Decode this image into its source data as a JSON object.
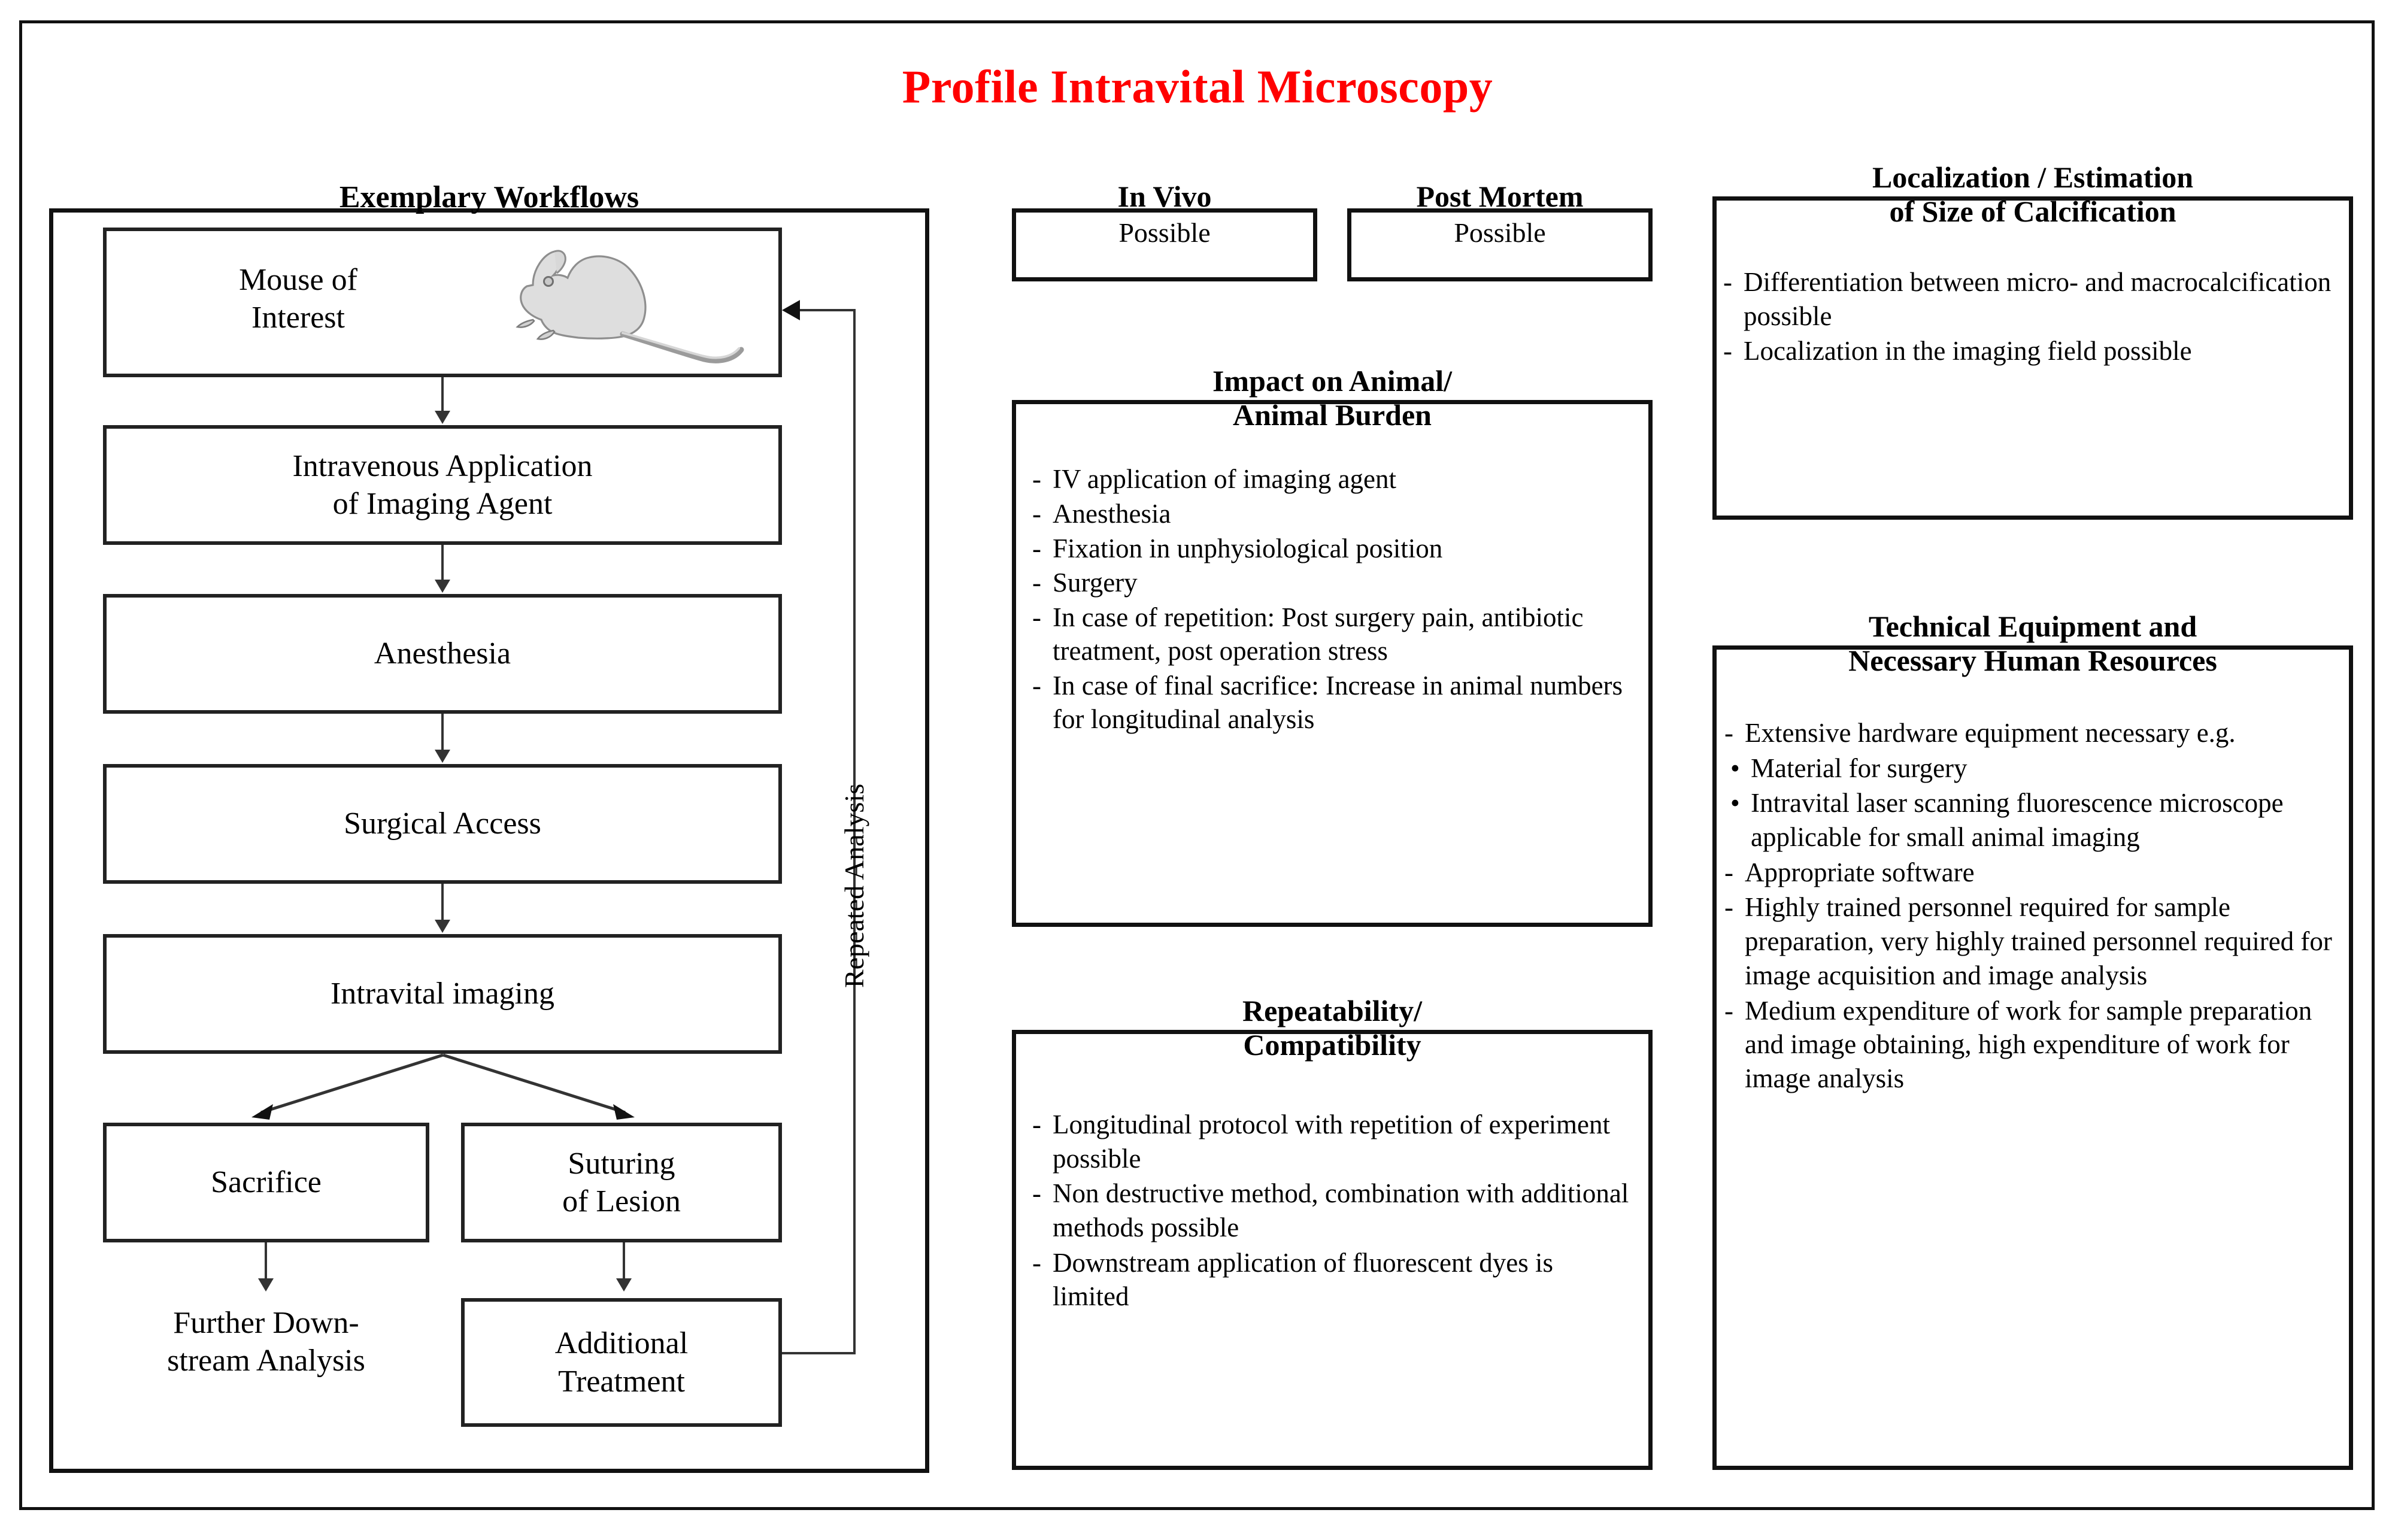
{
  "title": "Profile Intravital Microscopy",
  "accent_color": "#ff0000",
  "workflow_panel": {
    "title": "Exemplary Workflows",
    "steps": [
      {
        "id": "mouse-of-interest",
        "lines": [
          "Mouse of",
          "Interest"
        ],
        "icon": "mouse-illustration"
      },
      {
        "id": "iv-application",
        "lines": [
          "Intravenous Application",
          "of Imaging Agent"
        ]
      },
      {
        "id": "anesthesia",
        "lines": [
          "Anesthesia"
        ]
      },
      {
        "id": "surgical-access",
        "lines": [
          "Surgical Access"
        ]
      },
      {
        "id": "intravital-imaging",
        "lines": [
          "Intravital imaging"
        ]
      },
      {
        "id": "sacrifice",
        "lines": [
          "Sacrifice"
        ]
      },
      {
        "id": "suturing-of-lesion",
        "lines": [
          "Suturing",
          "of Lesion"
        ]
      },
      {
        "id": "further-downstream-analysis",
        "lines": [
          "Further Down-",
          "stream Analysis"
        ],
        "boxed": false
      },
      {
        "id": "additional-treatment",
        "lines": [
          "Additional",
          "Treatment"
        ]
      }
    ],
    "loop_label": "Repeated Analysis"
  },
  "in_vivo": {
    "title": "In Vivo",
    "value": "Possible"
  },
  "post_mortem": {
    "title": "Post Mortem",
    "value": "Possible"
  },
  "impact_panel": {
    "title_lines": [
      "Impact on Animal/",
      "Animal Burden"
    ],
    "items": [
      "IV application of imaging agent",
      "Anesthesia",
      "Fixation in unphysiological position",
      "Surgery",
      "In case of repetition: Post surgery pain, antibiotic treatment, post operation stress",
      "In case of final sacrifice: Increase in animal numbers for longitudinal analysis"
    ]
  },
  "repeatability_panel": {
    "title_lines": [
      "Repeatability/",
      "Compatibility"
    ],
    "items": [
      "Longitudinal protocol with repetition of experiment possible",
      "Non destructive method, combination with additional methods possible",
      "Downstream application of fluorescent dyes is limited"
    ]
  },
  "localization_panel": {
    "title_lines": [
      "Localization / Estimation",
      "of Size of Calcification"
    ],
    "items": [
      "Differentiation between micro- and macrocalcification possible",
      "Localization in the imaging field possible"
    ]
  },
  "technical_panel": {
    "title_lines": [
      "Technical Equipment and",
      "Necessary Human Resources"
    ],
    "items": [
      {
        "marker": "-",
        "text": "Extensive hardware equipment necessary e.g."
      },
      {
        "marker": "•",
        "text": "Material for surgery"
      },
      {
        "marker": "•",
        "text": "Intravital laser scanning fluorescence microscope applicable for small animal imaging"
      },
      {
        "marker": "-",
        "text": "Appropriate software"
      },
      {
        "marker": "-",
        "text": "Highly trained personnel required for sample preparation, very highly trained personnel required for image acquisition and image analysis"
      },
      {
        "marker": "-",
        "text": "Medium expenditure of work for sample preparation and image obtaining, high expenditure of work for image analysis"
      }
    ]
  }
}
